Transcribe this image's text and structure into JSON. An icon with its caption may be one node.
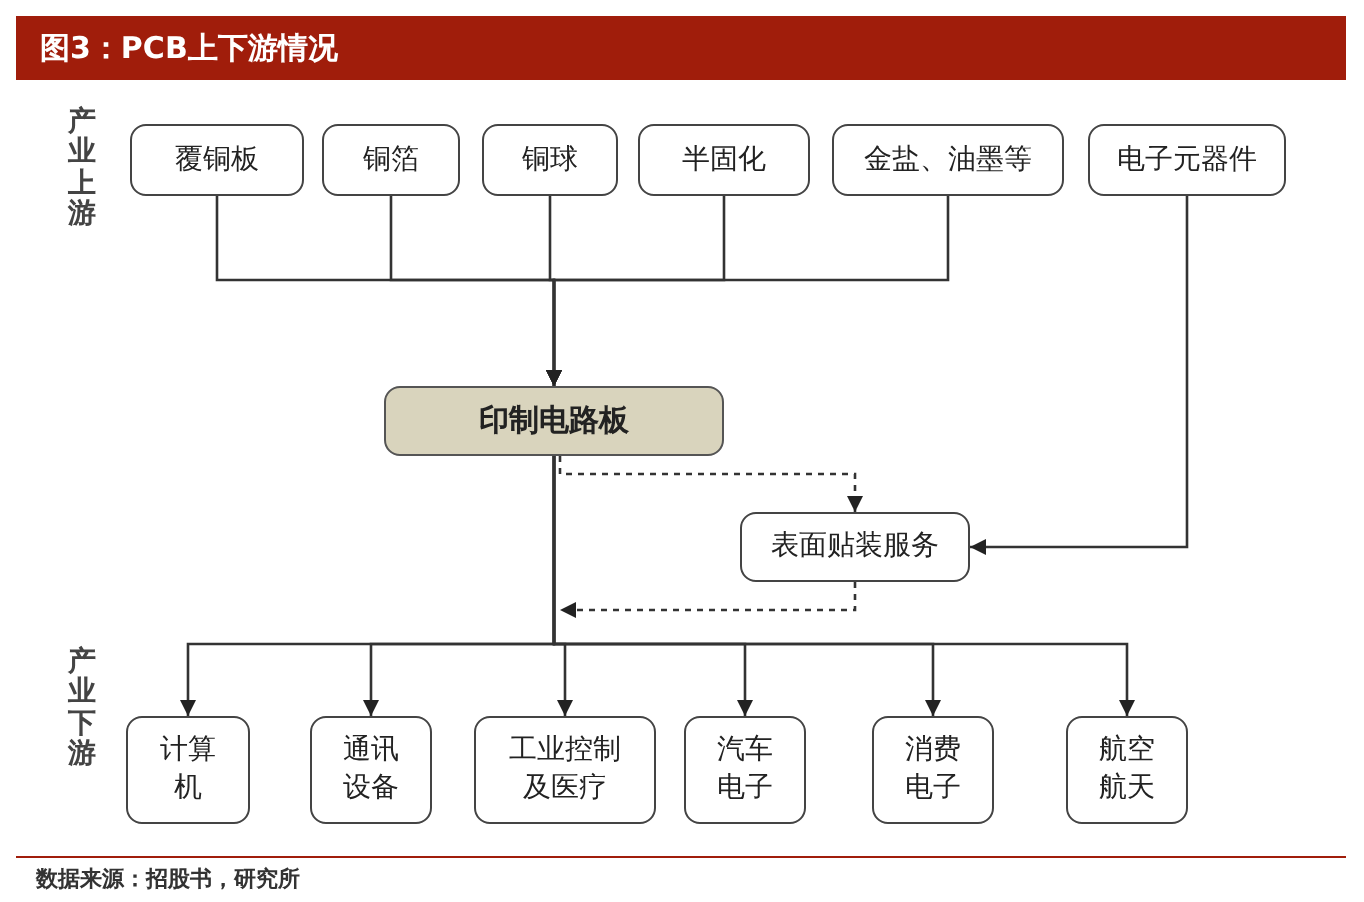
{
  "diagram": {
    "title": "图3：PCB上下游情况",
    "nodes": [
      {
        "text": [
          "覆铜板"
        ]
      },
      {
        "text": [
          "铜箔"
        ]
      },
      {
        "text": [
          "铜球"
        ]
      },
      {
        "text": [
          "半固化"
        ]
      },
      {
        "text": [
          "金盐、油墨等"
        ]
      },
      {
        "text": [
          "电子元器件"
        ]
      },
      {
        "text": [
          "印制电路板"
        ]
      },
      {
        "text": [
          "表面贴装服务"
        ]
      },
      {
        "text": [
          "计算机"
        ]
      },
      {
        "text": [
          "通讯设备"
        ]
      },
      {
        "text": [
          "工业控制及医疗"
        ]
      },
      {
        "text": [
          "汽车电子"
        ]
      },
      {
        "text": [
          "消费电子"
        ]
      },
      {
        "text": [
          "航空航天"
        ]
      }
    ],
    "edges": [
      {
        "from": 0,
        "to": 6,
        "arrow": "to"
      },
      {
        "from": 1,
        "to": 6,
        "arrow": "to"
      },
      {
        "from": 2,
        "to": 6,
        "arrow": "to"
      },
      {
        "from": 3,
        "to": 6,
        "arrow": "to"
      },
      {
        "from": 4,
        "to": 6,
        "arrow": "to"
      },
      {
        "from": 5,
        "to": 7,
        "arrow": "to"
      },
      {
        "from": 6,
        "to": 7,
        "arrow": "to",
        "style": "dashed"
      },
      {
        "from": 7,
        "to": null,
        "arrow": "to",
        "style": "dashed"
      },
      {
        "from": 6,
        "to": 8,
        "arrow": "to"
      },
      {
        "from": 6,
        "to": 9,
        "arrow": "to"
      },
      {
        "from": 6,
        "to": 10,
        "arrow": "to"
      },
      {
        "from": 6,
        "to": 11,
        "arrow": "to"
      },
      {
        "from": 6,
        "to": 12,
        "arrow": "to"
      },
      {
        "from": 6,
        "to": 13,
        "arrow": "to"
      }
    ],
    "labels": [
      "产业上游",
      "产业下游",
      "数据来源：招股书，研究所"
    ]
  }
}
